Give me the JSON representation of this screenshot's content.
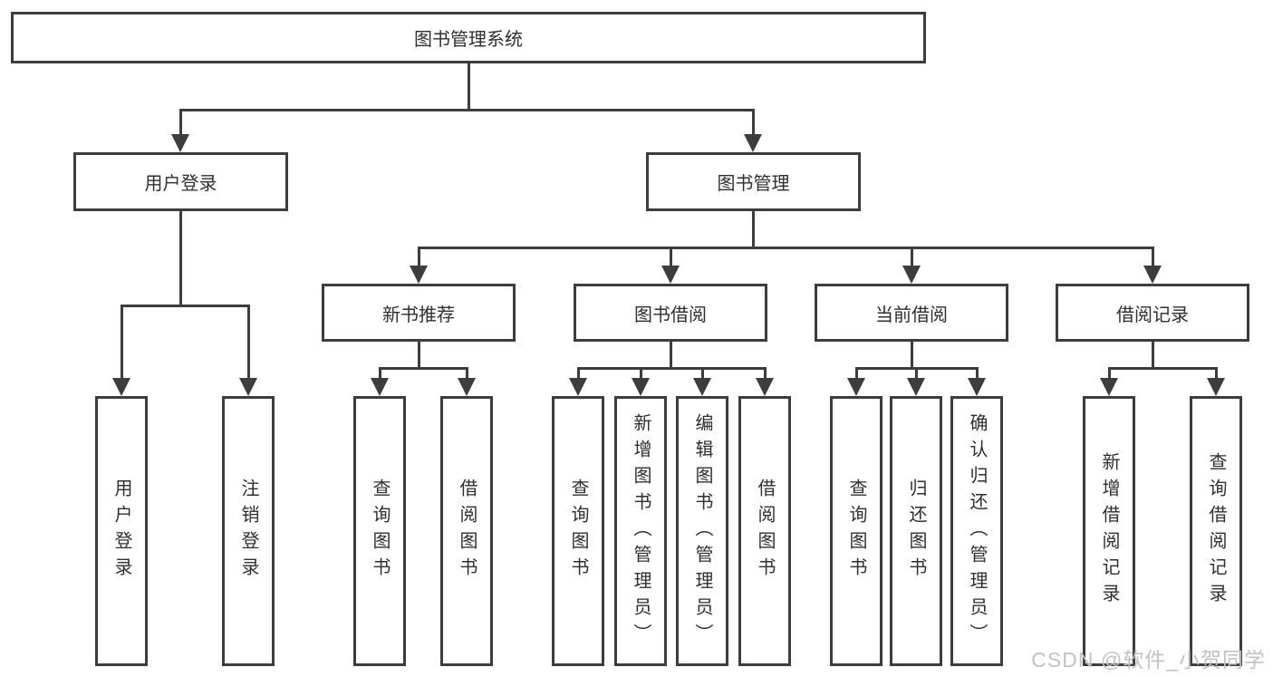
{
  "colors": {
    "line": "#3d3d3d",
    "text": "#2f2f2f",
    "box_bg": "#ffffff",
    "background": "#ffffff",
    "watermark": "#c2c2c2"
  },
  "nodes": {
    "root": {
      "label": "图书管理系统"
    },
    "level2": [
      {
        "label": "用户登录"
      },
      {
        "label": "图书管理"
      }
    ],
    "level3": [
      {
        "label": "新书推荐"
      },
      {
        "label": "图书借阅"
      },
      {
        "label": "当前借阅"
      },
      {
        "label": "借阅记录"
      }
    ],
    "leaves": {
      "user_login": [
        "用户登录",
        "注销登录"
      ],
      "new_book": [
        "查询图书",
        "借阅图书"
      ],
      "book_borrow": [
        "查询图书",
        "新增图书（管理员）",
        "编辑图书（管理员）",
        "借阅图书"
      ],
      "current_borrow": [
        "查询图书",
        "归还图书",
        "确认归还（管理员）"
      ],
      "borrow_records": [
        "新增借阅记录",
        "查询借阅记录"
      ]
    }
  },
  "watermark": {
    "text": "CSDN @软件_小贺同学"
  }
}
